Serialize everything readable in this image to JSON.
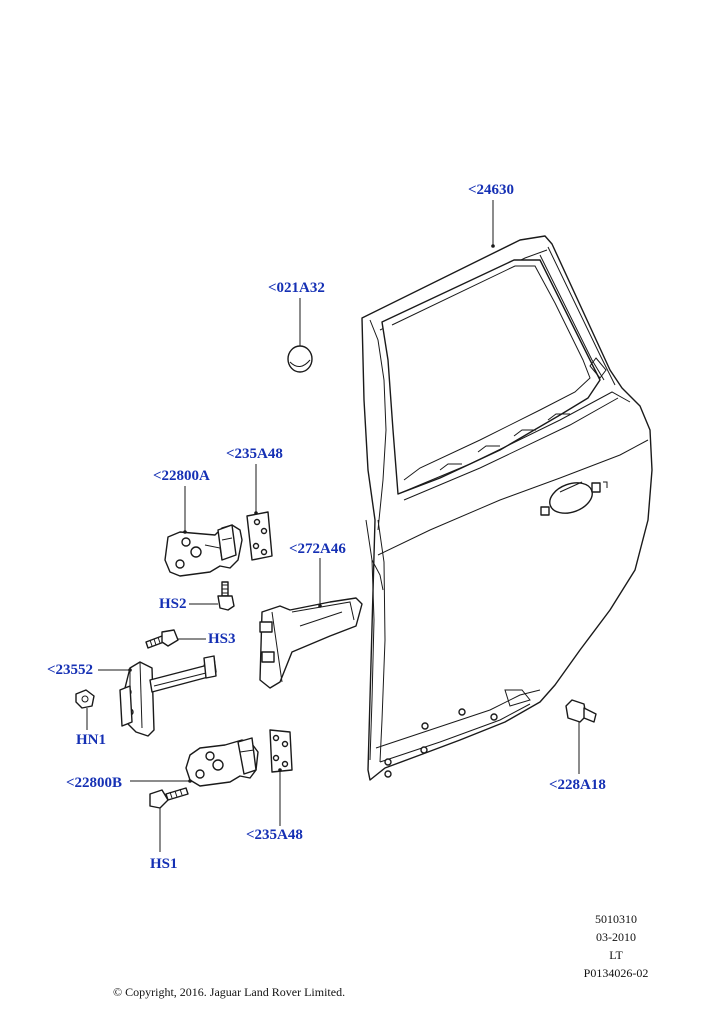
{
  "callouts": {
    "door": "<24630",
    "cap": "<021A32",
    "hinge_upper": "<22800A",
    "shim_upper": "<235A48",
    "seal_bracket": "<272A46",
    "hs2": "HS2",
    "hs3": "HS3",
    "check_arm": "<23552",
    "hn1": "HN1",
    "hinge_lower": "<22800B",
    "bumper": "<228A18",
    "shim_lower": "<235A48",
    "hs1": "HS1"
  },
  "meta": {
    "line1": "5010310",
    "line2": "03-2010",
    "line3": "LT",
    "line4": "P0134026-02"
  },
  "copyright": "© Copyright, 2016. Jaguar Land Rover Limited.",
  "colors": {
    "callout": "#1530b4",
    "line": "#1a1a1a"
  }
}
